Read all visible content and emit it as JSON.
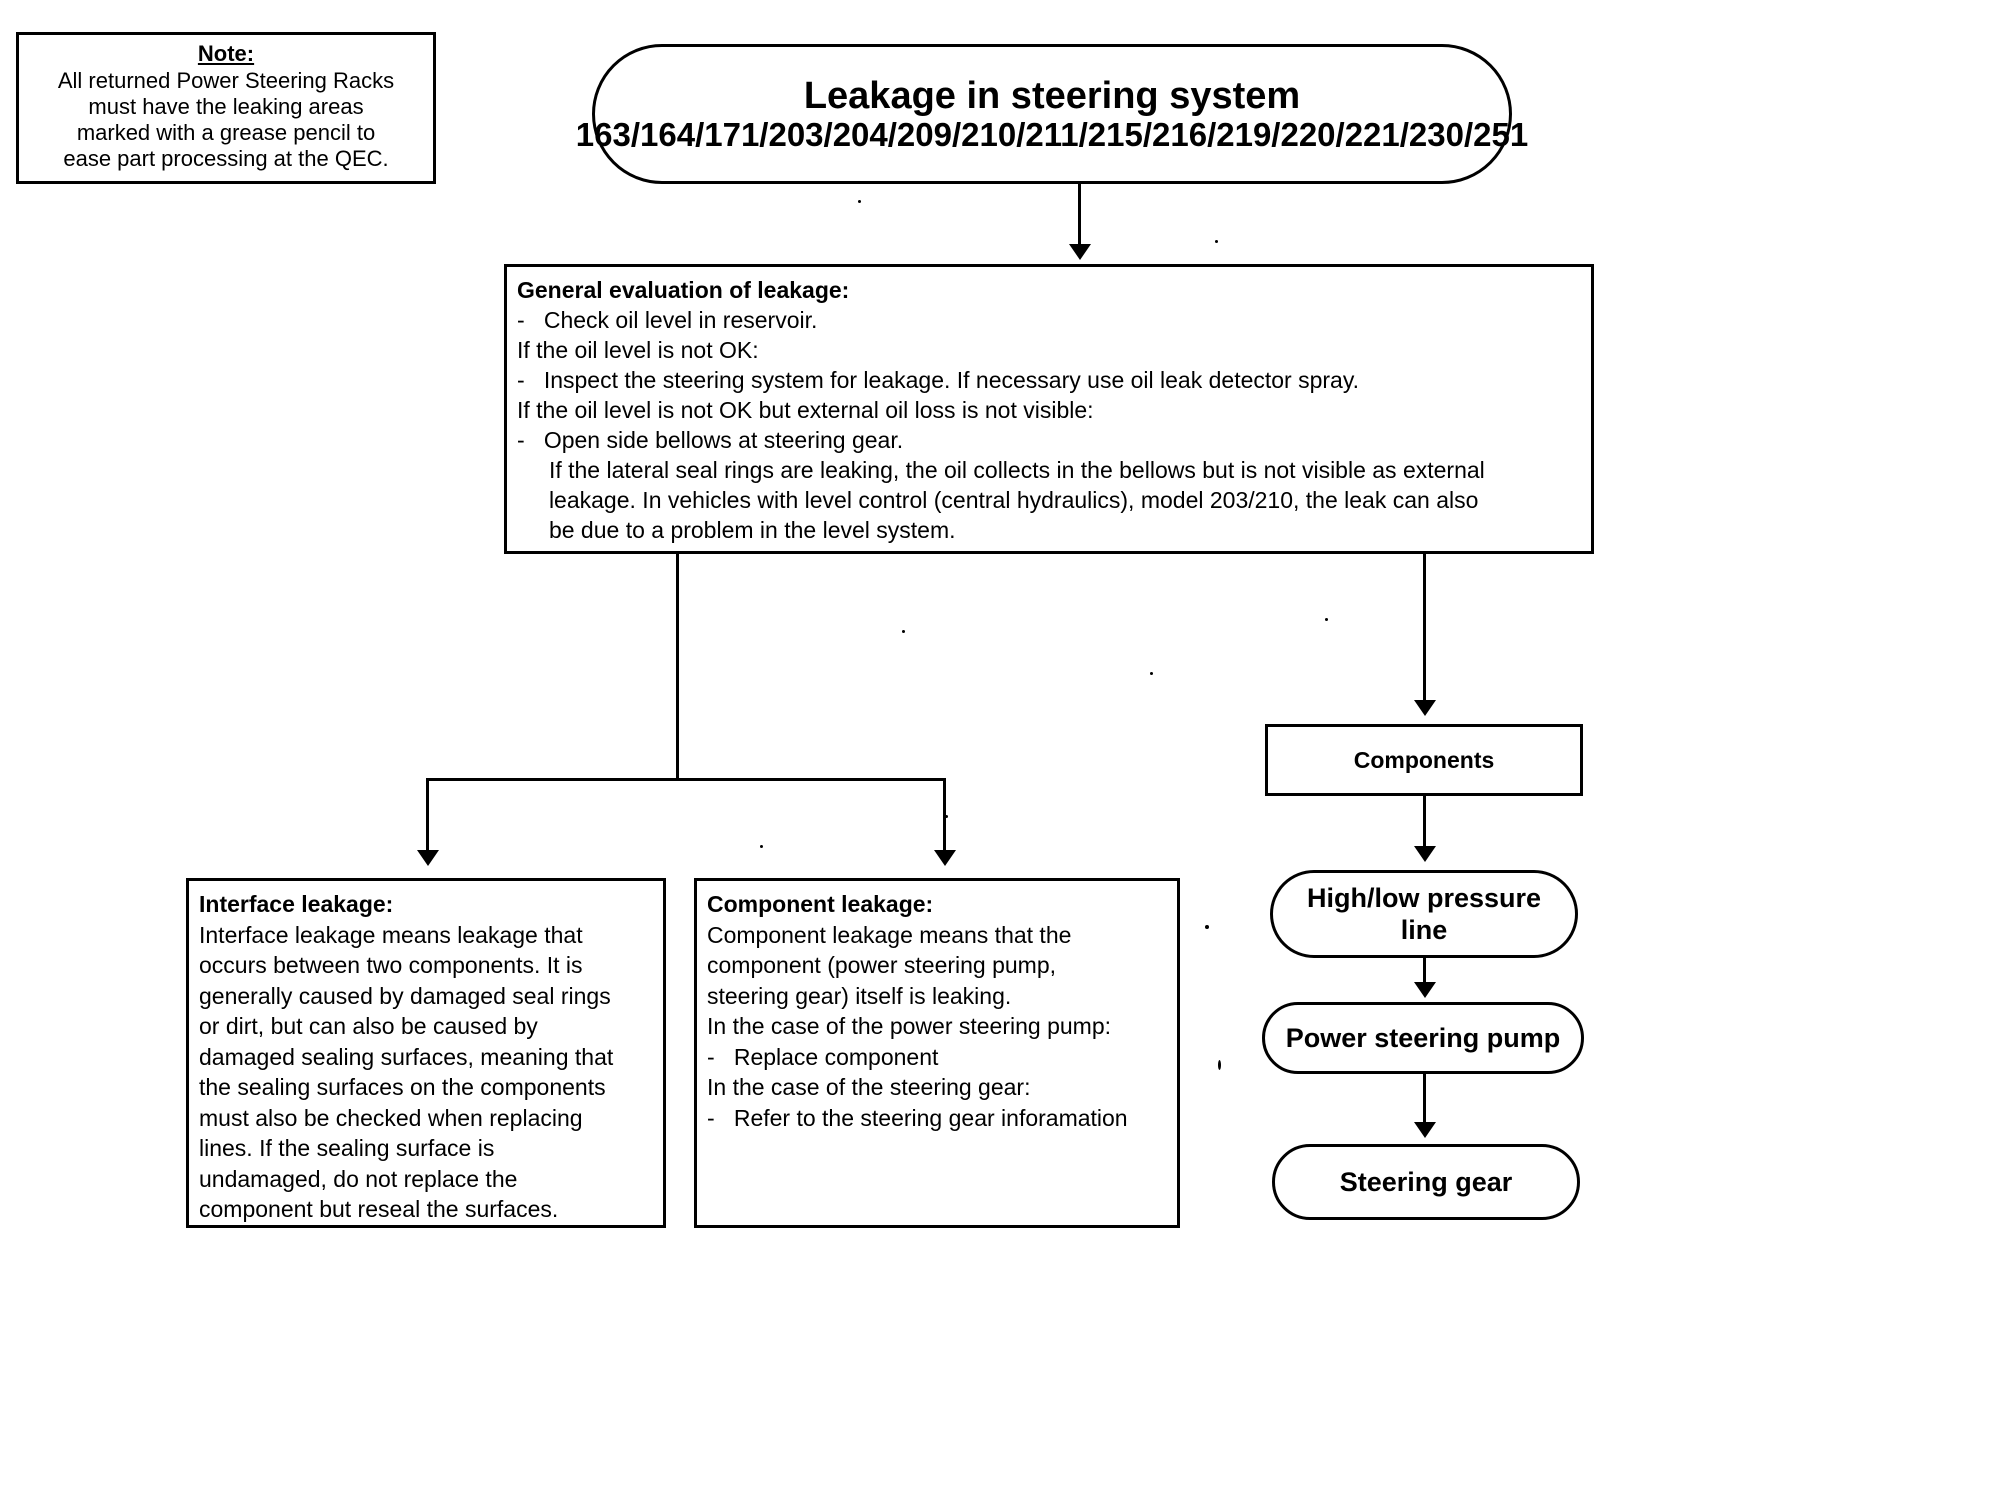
{
  "note": {
    "title": "Note:",
    "lines": [
      "All returned Power Steering Racks",
      "must have the leaking areas",
      "marked with a grease pencil to",
      "ease part processing at the QEC."
    ]
  },
  "title_node": {
    "line1": "Leakage in steering system",
    "line2": "163/164/171/203/204/209/210/211/215/216/219/220/221/230/251"
  },
  "general_evaluation": {
    "heading": "General evaluation of leakage:",
    "lines": [
      "-   Check oil level in reservoir.",
      "If the oil level is not OK:",
      "-   Inspect the steering system for leakage. If necessary use oil leak detector spray.",
      "If the oil level is not OK but external oil loss is not visible:",
      "-   Open side bellows at steering gear.",
      "     If the lateral seal rings are leaking, the oil collects in the bellows but is not visible as external",
      "     leakage. In vehicles with level control (central hydraulics), model 203/210, the leak can also",
      "     be due to a problem in the level system."
    ]
  },
  "interface_leakage": {
    "heading": "Interface leakage:",
    "lines": [
      "Interface leakage means leakage that",
      "occurs between two components. It is",
      "generally caused by damaged seal rings",
      "or dirt, but can also be caused by",
      "damaged sealing surfaces, meaning that",
      "the sealing surfaces on the components",
      "must also be checked when replacing",
      "lines. If the sealing surface is",
      "undamaged, do not replace the",
      "component but reseal the surfaces."
    ]
  },
  "component_leakage": {
    "heading": "Component leakage:",
    "lines": [
      "Component leakage means that the",
      "component (power steering pump,",
      "steering gear) itself is leaking.",
      "In the case of the power steering pump:",
      "-   Replace component",
      "In the case of the steering gear:",
      "-   Refer to the steering gear inforamation"
    ]
  },
  "components_chain": {
    "header": "Components",
    "nodes": [
      {
        "line1": "High/low pressure",
        "line2": "line"
      },
      {
        "line1": "Power steering pump",
        "line2": ""
      },
      {
        "line1": "Steering gear",
        "line2": ""
      }
    ]
  },
  "colors": {
    "stroke": "#000000",
    "background": "#ffffff"
  }
}
